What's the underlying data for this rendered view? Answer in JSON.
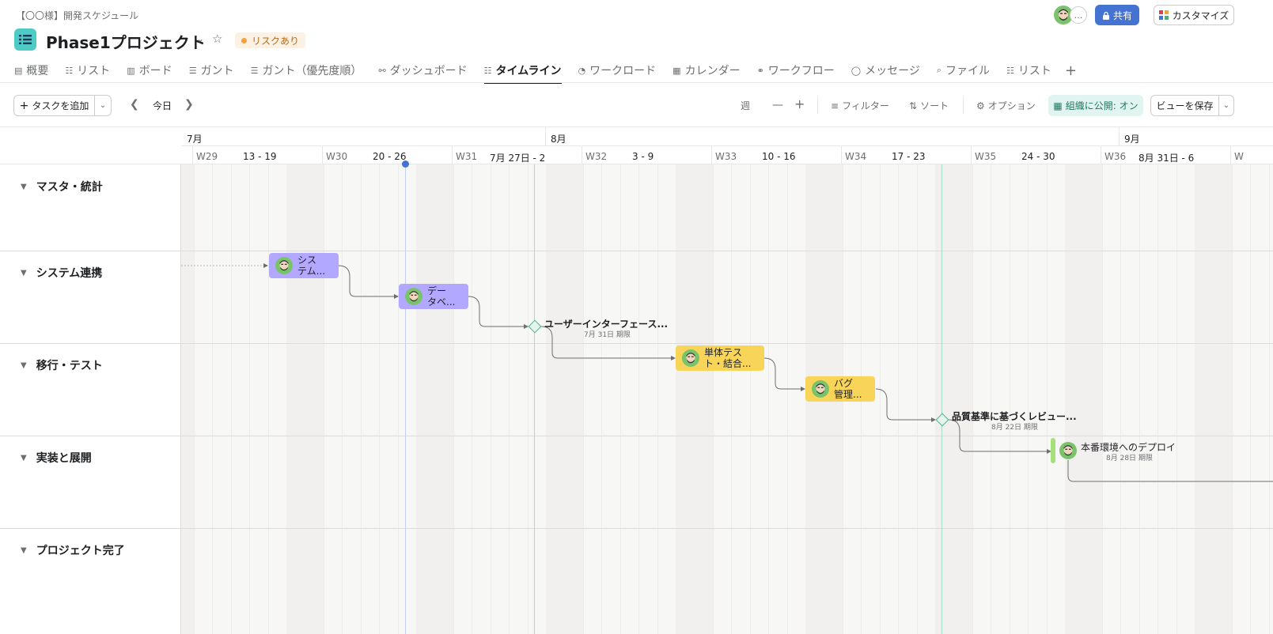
{
  "header": {
    "breadcrumb": "【〇〇様】開発スケジュール",
    "project_title": "Phase1プロジェクト",
    "status_badge": "リスクあり",
    "share_label": "共有",
    "customize_label": "カスタマイズ",
    "more_label": "…"
  },
  "tabs": [
    {
      "label": "概要",
      "icon": "overview-icon"
    },
    {
      "label": "リスト",
      "icon": "list-icon"
    },
    {
      "label": "ボード",
      "icon": "board-icon"
    },
    {
      "label": "ガント",
      "icon": "gantt-icon"
    },
    {
      "label": "ガント（優先度順）",
      "icon": "gantt-icon"
    },
    {
      "label": "ダッシュボード",
      "icon": "dashboard-icon"
    },
    {
      "label": "タイムライン",
      "icon": "timeline-icon",
      "active": true
    },
    {
      "label": "ワークロード",
      "icon": "workload-icon"
    },
    {
      "label": "カレンダー",
      "icon": "calendar-icon"
    },
    {
      "label": "ワークフロー",
      "icon": "workflow-icon"
    },
    {
      "label": "メッセージ",
      "icon": "message-icon"
    },
    {
      "label": "ファイル",
      "icon": "file-icon"
    },
    {
      "label": "リスト",
      "icon": "list-icon"
    }
  ],
  "toolbar": {
    "add_task": "タスクを追加",
    "today": "今日",
    "zoom_unit": "週",
    "filter": "フィルター",
    "sort": "ソート",
    "options": "オプション",
    "publish": "組織に公開: オン",
    "save_view": "ビューを保存"
  },
  "timeline": {
    "months": [
      "7月",
      "8月",
      "9月"
    ],
    "weeks": [
      {
        "num": "W29",
        "range": "13 - 19"
      },
      {
        "num": "W30",
        "range": "20 - 26"
      },
      {
        "num": "W31",
        "range": "7月 27日 - 2"
      },
      {
        "num": "W32",
        "range": "3 - 9"
      },
      {
        "num": "W33",
        "range": "10 - 16"
      },
      {
        "num": "W34",
        "range": "17 - 23"
      },
      {
        "num": "W35",
        "range": "24 - 30"
      },
      {
        "num": "W36",
        "range": "8月 31日 - 6"
      },
      {
        "num": "W",
        "range": ""
      }
    ],
    "sections": [
      "マスタ・統計",
      "システム連携",
      "移行・テスト",
      "実装と展開",
      "プロジェクト完了"
    ],
    "tasks": [
      {
        "name": "システム...",
        "name_lines": [
          "シス",
          "テム..."
        ],
        "color": "#b3a8ff"
      },
      {
        "name": "データベ...",
        "name_lines": [
          "デー",
          "タベ..."
        ],
        "color": "#b3a8ff"
      },
      {
        "name": "単体テスト・結合...",
        "name_lines": [
          "単体テス",
          "ト・結合..."
        ],
        "color": "#f8d458"
      },
      {
        "name": "バグ管理...",
        "name_lines": [
          "バグ",
          "管理..."
        ],
        "color": "#f8d458"
      }
    ],
    "milestones": [
      {
        "title": "ユーザーインターフェース...",
        "due": "7月 31日 期限"
      },
      {
        "title": "品質基準に基づくレビュー...",
        "due": "8月 22日 期限"
      }
    ],
    "deploy_task": {
      "title": "本番環境へのデプロイ",
      "due": "8月 28日 期限"
    }
  }
}
